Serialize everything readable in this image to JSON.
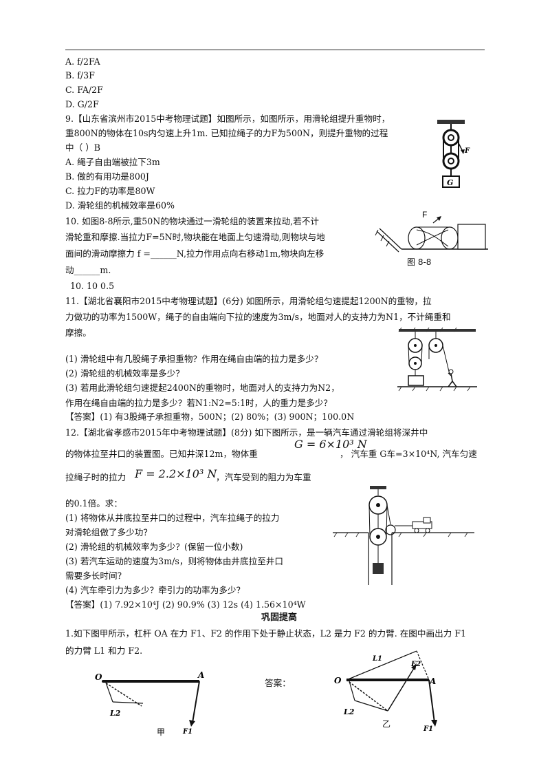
{
  "options_prev": [
    "A. f/2FA",
    "B. f/3F",
    "C. FA/2F",
    "D. G/2F"
  ],
  "q9": {
    "line1": "9.【山东省滨州市2015中考物理试题】如图所示，如图所示，用滑轮组提升重物时，",
    "line2": "重800N的物体在10s内匀速上升1m. 已知拉绳子的力F为500N，则提升重物的过程",
    "line3": "中（     ）B",
    "optA": "A. 绳子自由端被拉下3m",
    "optB": "B. 做的有用功是800J",
    "optC": "C. 拉力F的功率是80W",
    "optD": "D.  滑轮组的机械效率是60%",
    "fig_F": "F",
    "fig_G": "G"
  },
  "q10": {
    "line1": "10. 如图8-8所示,重50N的物块通过一滑轮组的装置来拉动,若不计",
    "line2": "滑轮重和摩擦.当拉力F=5N时,物块能在地面上匀速滑动,则物块与地",
    "line3": "面间的滑动摩擦力 f =______N,拉力作用点向右移动1m,物块向左移",
    "line4": "动______m.",
    "answer": "10.  10   0.5",
    "fig_F": "F",
    "caption": "图 8-8"
  },
  "q11": {
    "line1": "11.【湖北省襄阳市2015中考物理试题】(6分) 如图所示，用滑轮组匀速提起1200N的重物，拉",
    "line2": "力做功的功率为1500W，绳子的自由端向下拉的速度为3m/s，地面对人的支持力为N1，不计绳重和",
    "line3": "摩擦。",
    "sub1": "(1) 滑轮组中有几股绳子承担重物？作用在绳自由端的拉力是多少？",
    "sub2": "(2) 滑轮组的机械效率是多少？",
    "sub3a": "(3) 若用此滑轮组匀速提起2400N的重物时，地面对人的支持力为N2，",
    "sub3b": "作用在绳自由端的拉力是多少？若N1:N2=5:1时，人的重力是多少？",
    "answer": "【答案】(1) 有3股绳子承担重物，500N；(2) 80%；(3) 900N；100.0N"
  },
  "q12": {
    "line1": "12.【湖北省孝感市2015年中考物理试题】(8分) 如下图所示，是一辆汽车通过滑轮组将深井中",
    "line2a": "的物体拉至井口的装置图。已知井深12m，物体重",
    "formula_G": "G = 6×10³ N",
    "line2b": "，    汽车重 G车=3×10⁴N, 汽车匀速",
    "line3a": "拉绳子时的拉力",
    "formula_F": "F = 2.2×10³ N",
    "line3b": "，汽车受到的阻力为车重",
    "line4": "的0.1倍。求：",
    "sub1a": "(1) 将物体从井底拉至井口的过程中，汽车拉绳子的拉力",
    "sub1b": "对滑轮组做了多少功？",
    "sub2": "(2) 滑轮组的机械效率为多少？(保留一位小数)",
    "sub3a": "(3) 若汽车运动的速度为3m/s，则将物体由井底拉至井口",
    "sub3b": "需要多长时间？",
    "sub4": "(4) 汽车牵引力为多少？牵引力的功率为多少？",
    "answer": "【答案】(1) 7.92×10⁴J (2) 90.9% (3) 12s (4) 1.56×10⁴W"
  },
  "section_heading": "巩固提高",
  "c1": {
    "line1": "1.如下图甲所示，杠杆 OA 在力 F1、F2 的作用下处于静止状态，L2 是力 F2 的力臂. 在图中画出力 F1",
    "line2": "的力臂 L1 和力 F2.",
    "answer_label": "答案：",
    "fig_O": "O",
    "fig_A": "A",
    "fig_L2": "L2",
    "fig_F1": "F1",
    "fig_L1": "L1",
    "fig_F2": "F2",
    "cap_jia": "甲",
    "cap_yi": "乙"
  }
}
